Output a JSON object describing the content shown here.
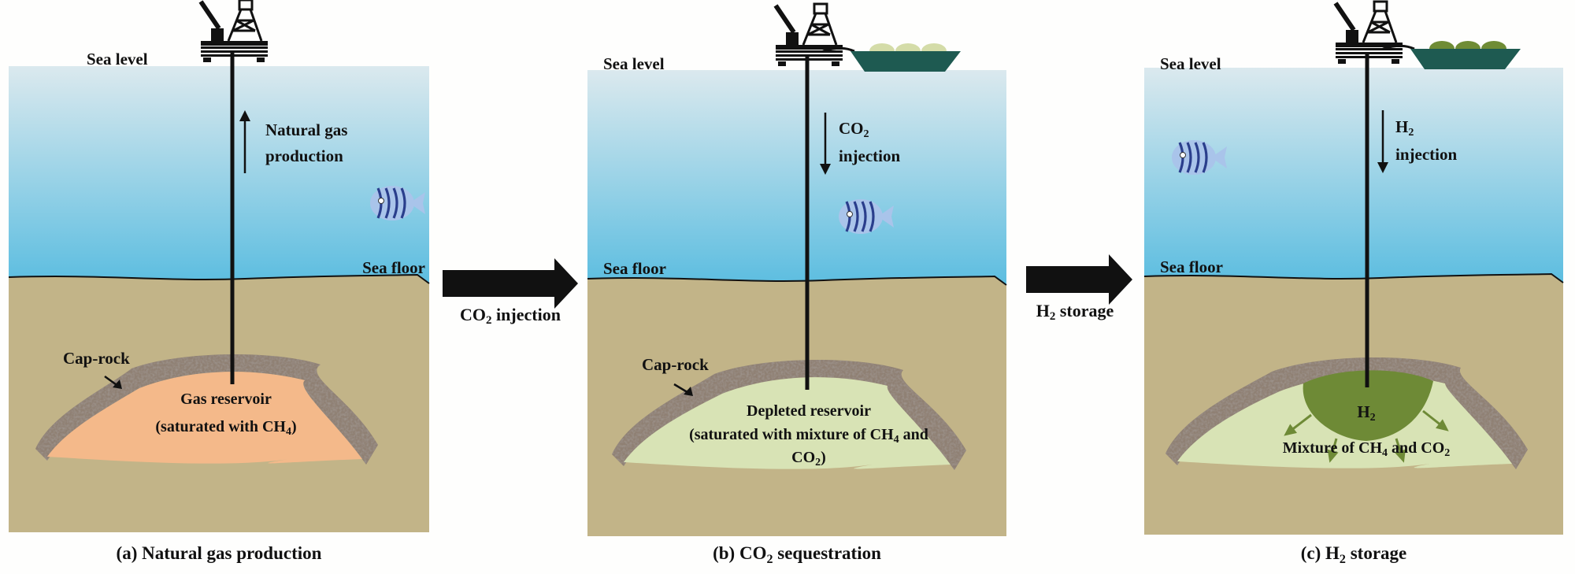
{
  "figure": {
    "panels": [
      {
        "id": "a",
        "caption_prefix": "(a) Natural gas production",
        "caption_sub": "",
        "caption_suffix": "",
        "sea_level_label": "Sea level",
        "sea_floor_label": "Sea floor",
        "cap_rock_label": "Cap-rock",
        "flow_label_line1": "Natural gas",
        "flow_label_line1_sub": "",
        "flow_label_line2": "production",
        "flow_direction": "up",
        "has_ship": false,
        "reservoir_color": "#f4b98a",
        "reservoir_text_line1": "Gas reservoir",
        "reservoir_text_line2": "(saturated with CH",
        "reservoir_text_line2_sub": "4",
        "reservoir_text_line2_end": ")",
        "reservoir_text_line3": "",
        "reservoir_text_line3_sub": "",
        "reservoir_text_line3_end": ""
      },
      {
        "id": "b",
        "caption_prefix": "(b) CO",
        "caption_sub": "2",
        "caption_suffix": " sequestration",
        "sea_level_label": "Sea level",
        "sea_floor_label": "Sea floor",
        "cap_rock_label": "Cap-rock",
        "flow_label_line1": "CO",
        "flow_label_line1_sub": "2",
        "flow_label_line2": "injection",
        "flow_direction": "down",
        "has_ship": true,
        "ship_cargo_color": "#d4dca8",
        "reservoir_color": "#d8e3b5",
        "reservoir_text_line1": "Depleted reservoir",
        "reservoir_text_line2": "(saturated with mixture of CH",
        "reservoir_text_line2_sub": "4",
        "reservoir_text_line2_end": " and",
        "reservoir_text_line3": "CO",
        "reservoir_text_line3_sub": "2",
        "reservoir_text_line3_end": ")"
      },
      {
        "id": "c",
        "caption_prefix": "(c) H",
        "caption_sub": "2",
        "caption_suffix": " storage",
        "sea_level_label": "Sea level",
        "sea_floor_label": "Sea floor",
        "cap_rock_label": "",
        "flow_label_line1": "H",
        "flow_label_line1_sub": "2",
        "flow_label_line2": "injection",
        "flow_direction": "down",
        "has_ship": true,
        "ship_cargo_color": "#6f8c35",
        "reservoir_color": "#d8e3b5",
        "h2_bubble_color": "#6e8a36",
        "h2_bubble_label": "H",
        "h2_bubble_label_sub": "2",
        "reservoir_text_line1": "",
        "reservoir_text_line2": "Mixture of CH",
        "reservoir_text_line2_sub": "4",
        "reservoir_text_line2_end": " and CO",
        "reservoir_text_line2_end_sub": "2",
        "reservoir_text_line3": "",
        "reservoir_text_line3_sub": "",
        "reservoir_text_line3_end": ""
      }
    ],
    "transitions": [
      {
        "label": "CO",
        "label_sub": "2",
        "label_end": " injection"
      },
      {
        "label": "H",
        "label_sub": "2",
        "label_end": " storage"
      }
    ],
    "colors": {
      "water_top": "#dbe9ee",
      "water_bottom": "#5bbde0",
      "seabed": "#c2b488",
      "caprock": "#8f8073",
      "ship_hull": "#1e5a51",
      "fish_body": "#a9c4ea",
      "fish_stripe": "#2a3e8c",
      "ink": "#111111"
    }
  }
}
